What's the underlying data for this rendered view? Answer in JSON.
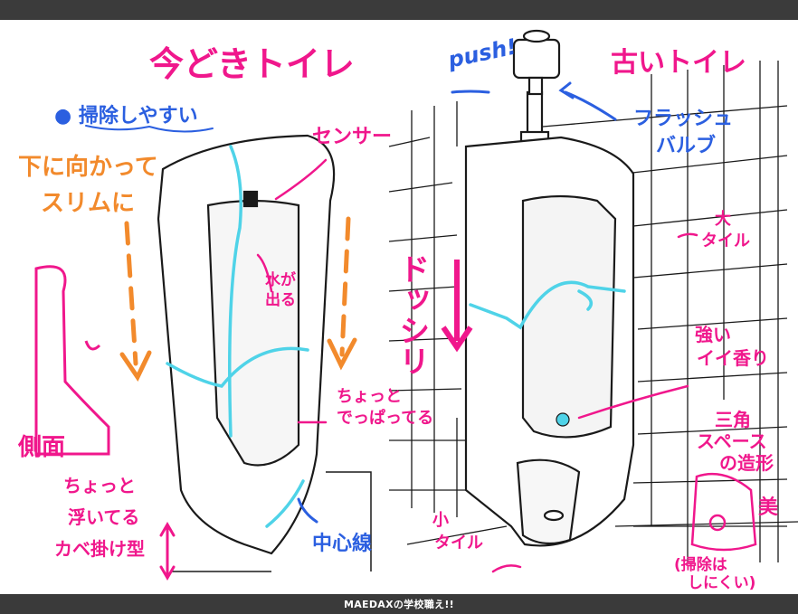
{
  "page": {
    "credit": "MAEDAXの学校職え!!"
  },
  "colors": {
    "pink": "#f0178c",
    "orange": "#f28a2c",
    "blue": "#2b5fe0",
    "cyan": "#4fd3e8",
    "line": "#1a1a1a"
  },
  "left": {
    "title": "今どきトイレ",
    "easy_clean": "● 掃除しやすい",
    "slim_line1": "下に向かって",
    "slim_line2": "スリムに",
    "sensor": "センサー",
    "water_line1": "水が",
    "water_line2": "出る",
    "side_view": "側面",
    "protruding_line1": "ちょっと",
    "protruding_line2": "でっぱってる",
    "floating_line1": "ちょっと",
    "floating_line2": "浮いてる",
    "floating_line3": "カベ掛け型",
    "center_line": "中心線"
  },
  "right": {
    "push": "push!",
    "title": "古いトイレ",
    "flush_line1": "フラッシュ",
    "flush_line2": "バルブ",
    "big_tile_line1": "大",
    "big_tile_line2": "タイル",
    "heavy": "ドッシリ",
    "scent_line1": "強い",
    "scent_line2": "イイ香り",
    "triangle_line1": "三角",
    "triangle_line2": "スペース",
    "triangle_line3": "の造形",
    "beauty": "美",
    "small_tile_line1": "小",
    "small_tile_line2": "タイル",
    "hard_clean_line1": "(掃除は",
    "hard_clean_line2": "しにくい)"
  }
}
